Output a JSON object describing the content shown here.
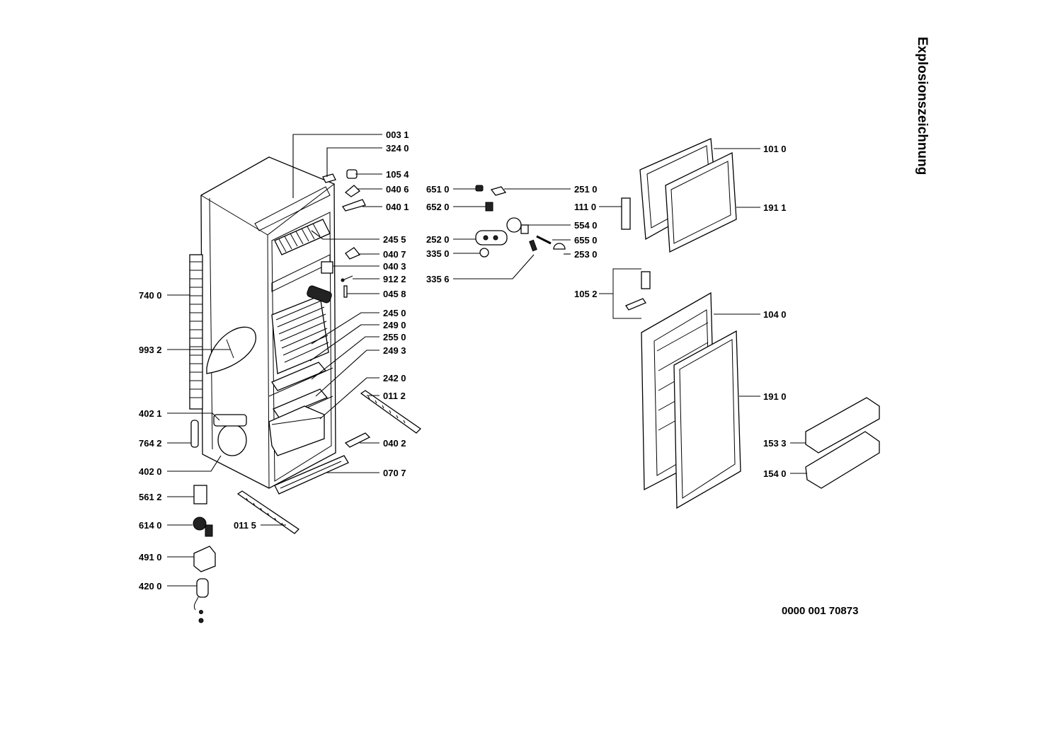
{
  "title": "Explosionszeichnung",
  "document_number": "0000  001 70873",
  "part_labels": {
    "p0031": "003 1",
    "p3240": "324 0",
    "p1054": "105 4",
    "p0406": "040 6",
    "p0401": "040 1",
    "p2455": "245 5",
    "p0407": "040 7",
    "p0403": "040 3",
    "p9122": "912 2",
    "p0458": "045 8",
    "p2450": "245 0",
    "p2490": "249 0",
    "p2550": "255 0",
    "p2493": "249 3",
    "p2420": "242 0",
    "p0112": "011 2",
    "p0402": "040 2",
    "p0707": "070 7",
    "p0115": "011 5",
    "p7400": "740 0",
    "p9932": "993 2",
    "p4021": "402 1",
    "p7642": "764 2",
    "p4020": "402 0",
    "p5612": "561 2",
    "p6140": "614 0",
    "p4910": "491 0",
    "p4200": "420 0",
    "p6510": "651 0",
    "p6520": "652 0",
    "p2520": "252 0",
    "p3350": "335 0",
    "p3356": "335 6",
    "p2510": "251 0",
    "p5540": "554 0",
    "p6550": "655 0",
    "p2530": "253 0",
    "p1010": "101 0",
    "p1110": "111 0",
    "p1911": "191 1",
    "p1052": "105 2",
    "p1040": "104 0",
    "p1910": "191 0",
    "p1533": "153 3",
    "p1540": "154 0"
  }
}
